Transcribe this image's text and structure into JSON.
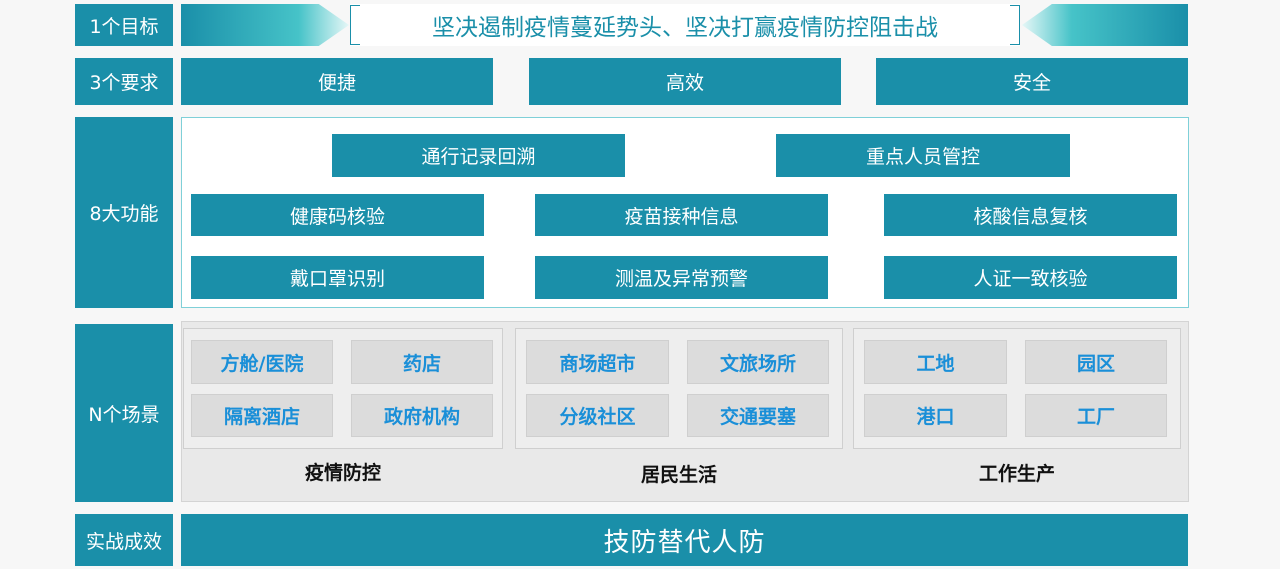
{
  "goal": {
    "label": "1个目标",
    "text": "坚决遏制疫情蔓延势头、坚决打赢疫情防控阻击战"
  },
  "requirements": {
    "label": "3个要求",
    "items": [
      "便捷",
      "高效",
      "安全"
    ]
  },
  "functions": {
    "label": "8大功能",
    "items": [
      "通行记录回溯",
      "重点人员管控",
      "健康码核验",
      "疫苗接种信息",
      "核酸信息复核",
      "戴口罩识别",
      "测温及异常预警",
      "人证一致核验"
    ]
  },
  "scenes": {
    "label": "N个场景",
    "groups": [
      {
        "title": "疫情防控",
        "items": [
          "方舱/医院",
          "药店",
          "隔离酒店",
          "政府机构"
        ]
      },
      {
        "title": "居民生活",
        "items": [
          "商场超市",
          "文旅场所",
          "分级社区",
          "交通要塞"
        ]
      },
      {
        "title": "工作生产",
        "items": [
          "工地",
          "园区",
          "港口",
          "工厂"
        ]
      }
    ]
  },
  "result": {
    "label": "实战成效",
    "text": "技防替代人防"
  },
  "colors": {
    "accent": "#1a8fa9",
    "chip_text": "#1a8fd8"
  }
}
